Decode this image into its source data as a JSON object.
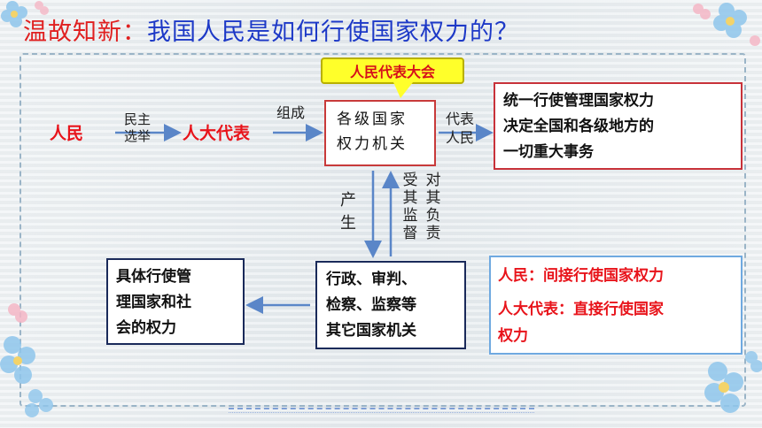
{
  "title": {
    "part1": "温故知新：",
    "part2": "我国人民是如何行使国家权力的？"
  },
  "bubble": "人民代表大会",
  "nodes": {
    "people": "人民",
    "deputies": "人大代表",
    "organs_line1": "各级国家",
    "organs_line2": "权力机关",
    "admin_line1": "行政、审判、",
    "admin_line2": "检察、监察等",
    "admin_line3": "其它国家机关",
    "specific_line1": "具体行使管",
    "specific_line2": "理国家和社",
    "specific_line3": "会的权力"
  },
  "labels": {
    "elect_line1": "民主",
    "elect_line2": "选举",
    "compose": "组成",
    "represent_line1": "代表",
    "represent_line2": "人民",
    "produce": [
      "产",
      "生"
    ],
    "supervised": [
      "受",
      "其",
      "监",
      "督"
    ],
    "responsible": [
      "对",
      "其",
      "负",
      "责"
    ]
  },
  "right_box": {
    "line1": "统一行使管理国家权力",
    "line2": "决定全国和各级地方的",
    "line3": "一切重大事务"
  },
  "summary": {
    "line1": "人民：间接行使国家权力",
    "line2": "人大代表：直接行使国家",
    "line3": "权力"
  },
  "colors": {
    "accent_red": "#e8141b",
    "title_blue": "#1d39c7",
    "arrow_blue": "#5a86c8",
    "bubble_yellow": "#ffff2a"
  }
}
